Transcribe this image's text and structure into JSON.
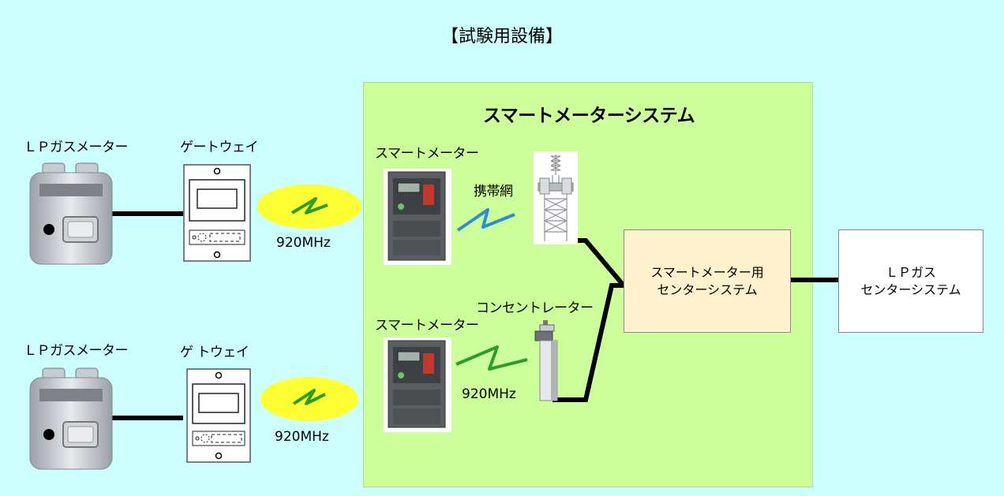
{
  "title": "【試験用設備】",
  "smart_meter_system": {
    "title": "スマートメーターシステム"
  },
  "top_row": {
    "lp_gas_meter_label": "ＬＰガスメーター",
    "gateway_label": "ゲートウェイ",
    "wireless_freq": "920MHz",
    "smart_meter_label": "スマートメーター",
    "mobile_network_label": "携帯網"
  },
  "bottom_row": {
    "lp_gas_meter_label": "ＬＰガスメーター",
    "gateway_label": "ゲ トウェイ",
    "wireless_freq": "920MHz",
    "smart_meter_label": "スマートメーター",
    "concentrator_label": "コンセントレーター",
    "concentrator_freq": "920MHz"
  },
  "center_smart_meter": {
    "line1": "スマートメーター用",
    "line2": "センターシステム"
  },
  "center_lp_gas": {
    "line1": "ＬＰガス",
    "line2": "センターシステム"
  },
  "colors": {
    "background": "#ccffff",
    "panel": "#ccff99",
    "center_box": "#fff2cc",
    "wireless_ellipse": "#ffff33",
    "wireless_green": "#2a9d2a",
    "mobile_blue": "#2b8ed6"
  }
}
